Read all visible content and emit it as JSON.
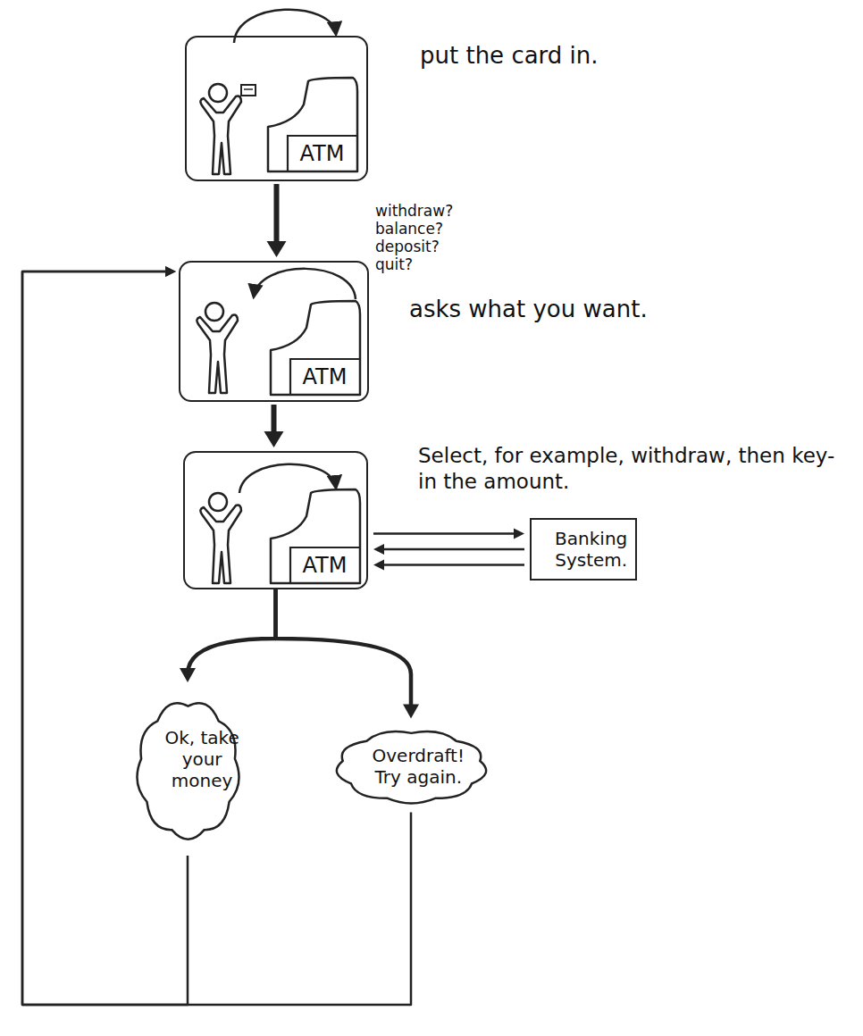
{
  "diagram": {
    "nodes": [
      {
        "text": [
          "ATM"
        ]
      },
      {
        "text": [
          "ATM"
        ]
      },
      {
        "text": [
          "ATM"
        ]
      },
      {
        "text": [
          "Banking System."
        ]
      },
      {
        "text": [
          "Ok, take your money"
        ]
      },
      {
        "text": [
          "Overdraft! Try again."
        ]
      }
    ],
    "edges": [
      {
        "from": 0,
        "to": 1,
        "arrow": "to"
      },
      {
        "from": 1,
        "to": 2,
        "arrow": "to"
      },
      {
        "from": 2,
        "to": 3,
        "arrow": "to"
      },
      {
        "from": 3,
        "to": 2,
        "arrow": "to"
      },
      {
        "from": 3,
        "to": 2,
        "arrow": "to"
      },
      {
        "from": 2,
        "to": 4,
        "arrow": "to"
      },
      {
        "from": 2,
        "to": 5,
        "arrow": "to"
      },
      {
        "from": 4,
        "to": 1,
        "arrow": "to"
      },
      {
        "from": 5,
        "to": 1,
        "arrow": "to"
      }
    ],
    "labels": [
      "put the card in.",
      "withdraw? balance? deposit? quit?",
      "asks what you want.",
      "Select, for example, withdraw, then key-in the amount."
    ]
  }
}
